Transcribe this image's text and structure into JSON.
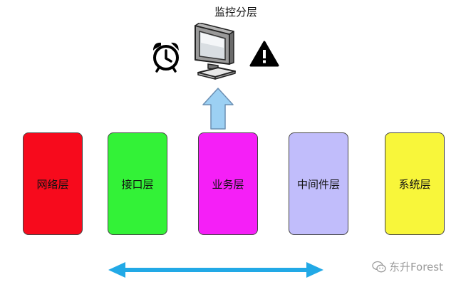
{
  "header": {
    "title": "监控分层"
  },
  "icons": {
    "clock": "alarm-clock-icon",
    "monitor": "computer-monitor-icon",
    "warning": "warning-triangle-icon"
  },
  "layers": [
    {
      "label": "网络层",
      "color": "#f70a1c"
    },
    {
      "label": "接口层",
      "color": "#33f237"
    },
    {
      "label": "业务层",
      "color": "#f51ff7"
    },
    {
      "label": "中间件层",
      "color": "#c1bdfb"
    },
    {
      "label": "系统层",
      "color": "#f8f63a"
    }
  ],
  "arrows": {
    "up_color": "#9cd0f3",
    "horizontal_color": "#22a9e6"
  },
  "watermark": {
    "text": "东升Forest"
  }
}
